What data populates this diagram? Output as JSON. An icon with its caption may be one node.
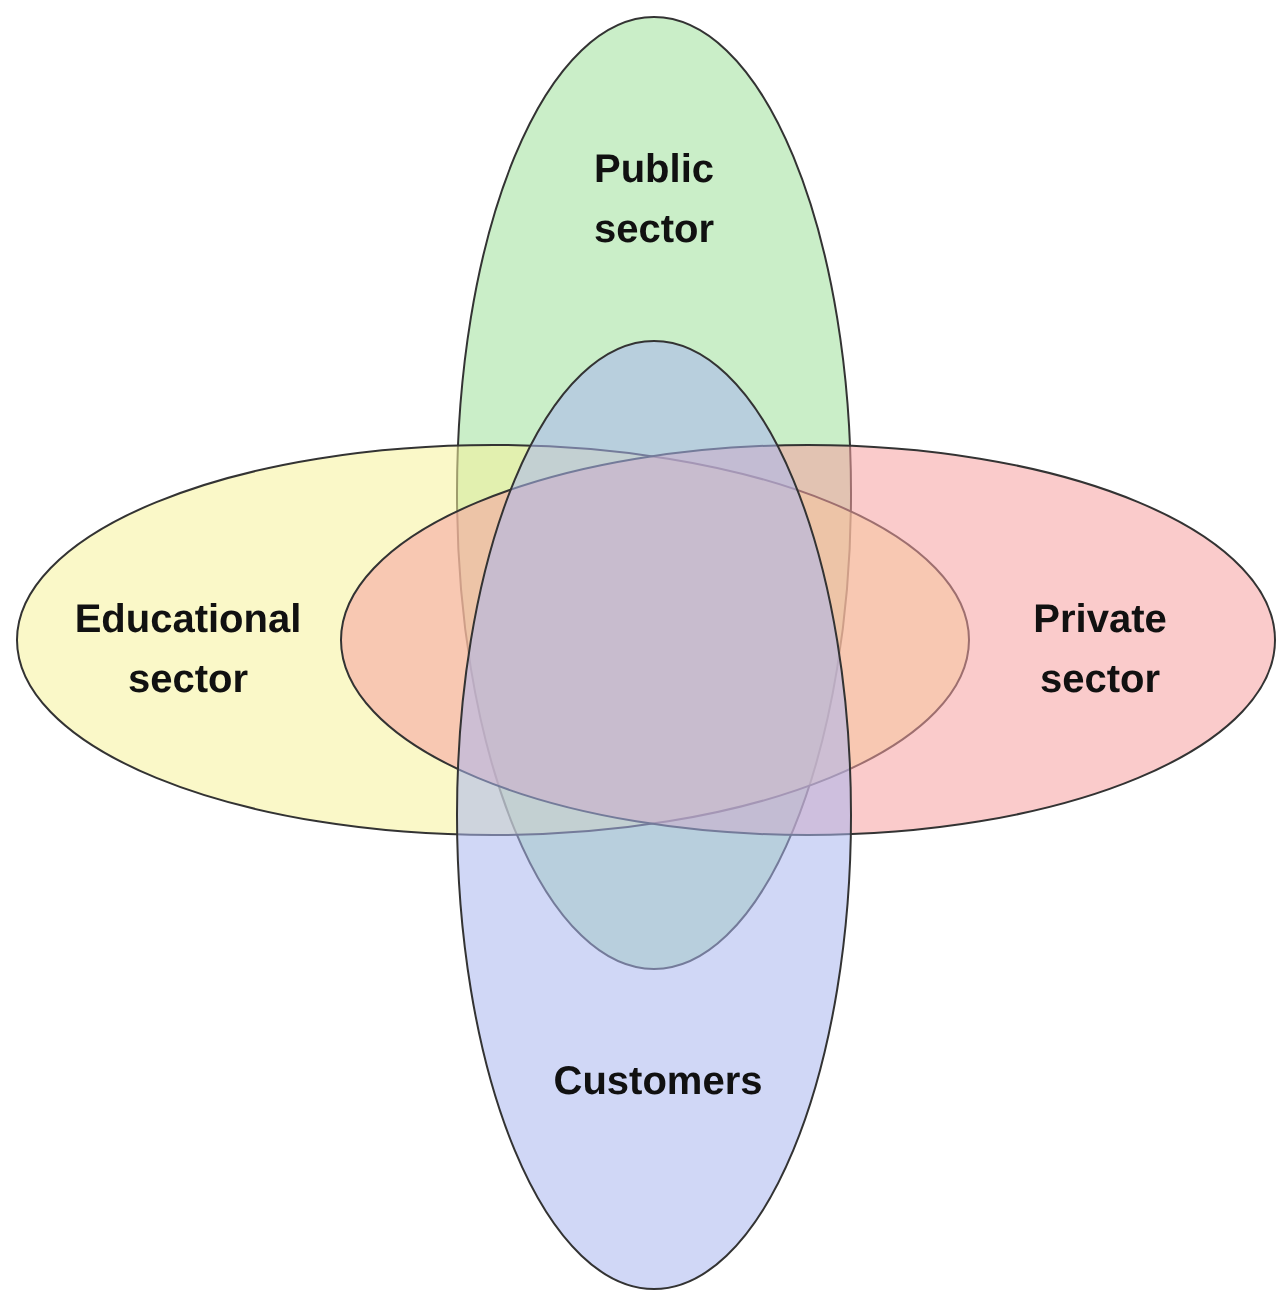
{
  "diagram": {
    "nodes": [
      {
        "text": [
          "Public sector"
        ]
      },
      {
        "text": [
          "Educational sector"
        ]
      },
      {
        "text": [
          "Private sector"
        ]
      },
      {
        "text": [
          "Customers"
        ]
      }
    ]
  }
}
